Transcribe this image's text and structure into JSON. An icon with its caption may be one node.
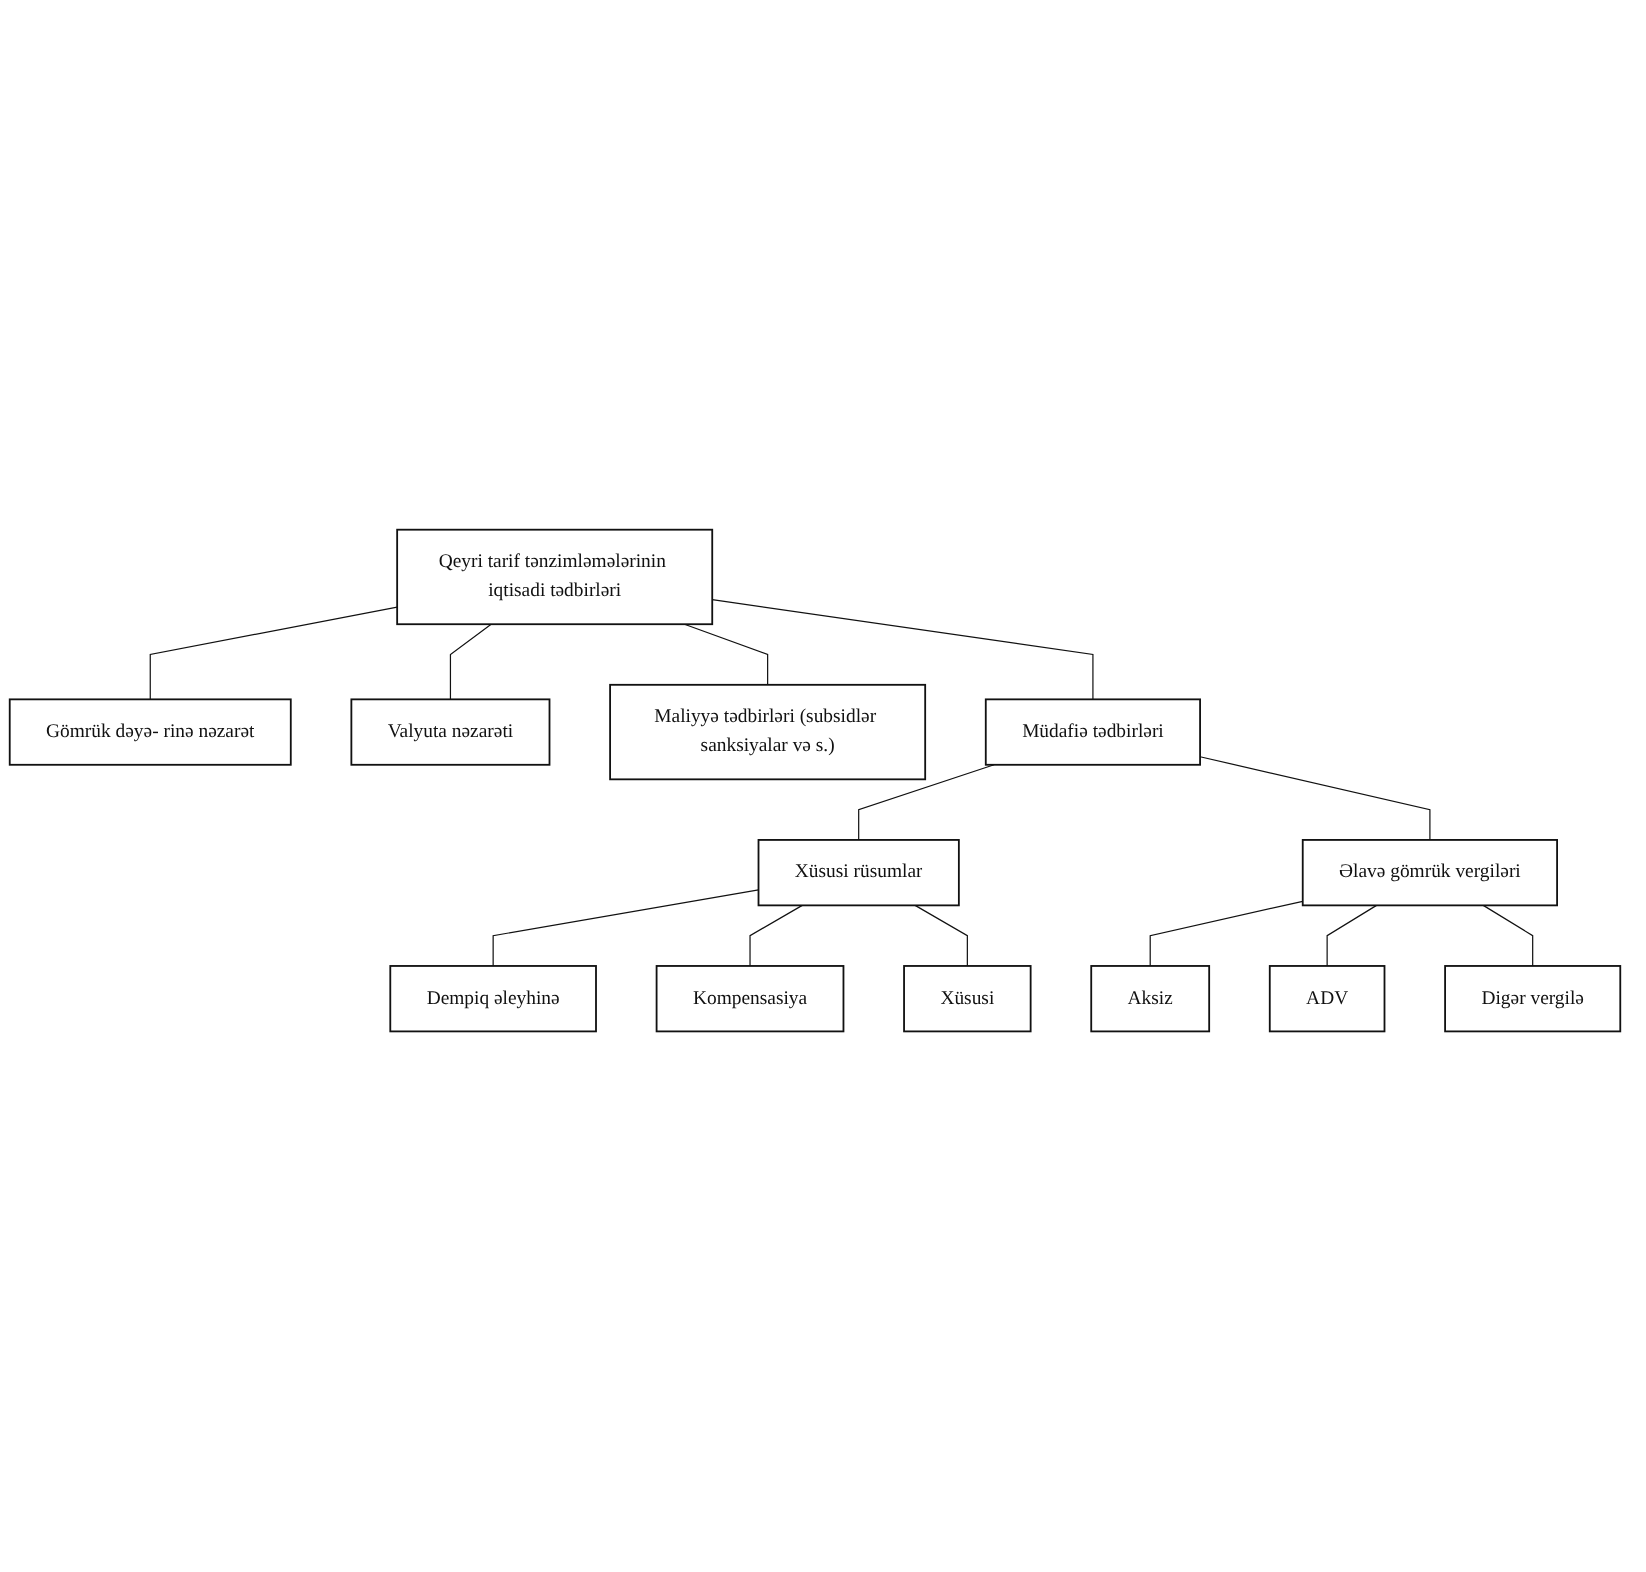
{
  "diagram": {
    "nodes": [
      {
        "text": [
          "Qeyri tarif tənzimləmələrinin iqtisadi tədbirləri"
        ]
      },
      {
        "text": [
          "Gömrük dəyə- rinə nəzarət"
        ]
      },
      {
        "text": [
          "Valyuta nəzarəti"
        ]
      },
      {
        "text": [
          "Maliyyə tədbirləri (subsidlər sanksiyalar və s.)"
        ]
      },
      {
        "text": [
          "Müdafiə tədbirləri"
        ]
      },
      {
        "text": [
          "Xüsusi rüsumlar"
        ]
      },
      {
        "text": [
          "Dempiq əleyhinə"
        ]
      },
      {
        "text": [
          "Kompensasiya"
        ]
      },
      {
        "text": [
          "Xüsusi"
        ]
      },
      {
        "text": [
          "Əlavə gömrük vergiləri"
        ]
      },
      {
        "text": [
          "Aksiz"
        ]
      },
      {
        "text": [
          "ADV"
        ]
      },
      {
        "text": [
          "Digər vergilə"
        ]
      }
    ],
    "edges": [
      {
        "from": 0,
        "to": 1,
        "arrow": "none"
      },
      {
        "from": 0,
        "to": 2,
        "arrow": "none"
      },
      {
        "from": 0,
        "to": 3,
        "arrow": "none"
      },
      {
        "from": 0,
        "to": 4,
        "arrow": "none"
      },
      {
        "from": 4,
        "to": 5,
        "arrow": "none"
      },
      {
        "from": 5,
        "to": 6,
        "arrow": "none"
      },
      {
        "from": 5,
        "to": 7,
        "arrow": "none"
      },
      {
        "from": 5,
        "to": 8,
        "arrow": "none"
      },
      {
        "from": 4,
        "to": 9,
        "arrow": "none"
      },
      {
        "from": 9,
        "to": 10,
        "arrow": "none"
      },
      {
        "from": 9,
        "to": 11,
        "arrow": "none"
      },
      {
        "from": 9,
        "to": 12,
        "arrow": "none"
      }
    ]
  }
}
